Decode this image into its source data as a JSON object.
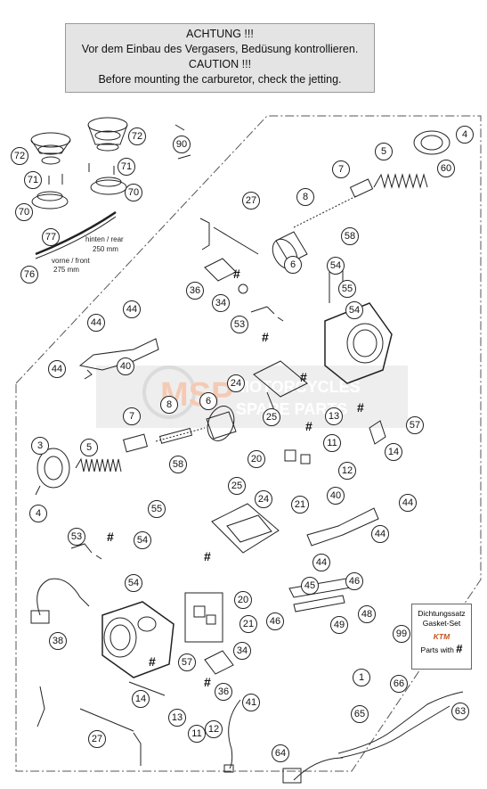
{
  "notice": {
    "line1": "ACHTUNG !!!",
    "line2": "Vor dem Einbau des Vergasers, Bedüsung kontrollieren.",
    "line3": "CAUTION !!!",
    "line4": "Before mounting the carburetor, check the jetting."
  },
  "hose_labels": {
    "rear": "hinten / rear",
    "rear_len": "250 mm",
    "front": "vorne / front",
    "front_len": "275 mm"
  },
  "legend": {
    "line1": "Dichtungssatz",
    "line2": "Gasket-Set",
    "brand": "KTM",
    "line3": "Parts with",
    "symbol": "#",
    "ref": "99"
  },
  "watermark": {
    "logo": "MSP",
    "text1": "MOTORCYCLES",
    "text2": "SPARE PARTS"
  },
  "hash_symbol": "#",
  "callouts": [
    "1",
    "3",
    "4",
    "5",
    "6",
    "7",
    "8",
    "11",
    "12",
    "13",
    "14",
    "20",
    "21",
    "24",
    "25",
    "27",
    "34",
    "36",
    "38",
    "40",
    "41",
    "44",
    "45",
    "46",
    "48",
    "49",
    "53",
    "54",
    "55",
    "57",
    "58",
    "60",
    "63",
    "64",
    "65",
    "66",
    "70",
    "71",
    "72",
    "76",
    "77",
    "90",
    "99"
  ]
}
